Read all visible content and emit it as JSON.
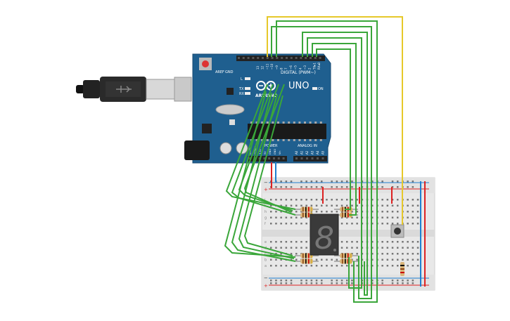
{
  "arduino": {
    "logo": "ARDUINO",
    "model": "UNO",
    "digital_label": "DIGITAL (PWM~)",
    "analog_label": "ANALOG IN",
    "power_label": "POWER",
    "on_label": "ON",
    "aref": "AREF",
    "gnd": "GND",
    "tx": "TX",
    "rx": "RX",
    "l": "L",
    "digital_pins": [
      "13",
      "12",
      "~11",
      "~10",
      "~9",
      "8",
      "7",
      "~6",
      "~5",
      "4",
      "~3",
      "2",
      "TX▸1",
      "RX◂0"
    ],
    "power_pins": [
      "IOREF",
      "RESET",
      "3.3V",
      "5V",
      "GND",
      "GND",
      "Vin"
    ],
    "analog_pins": [
      "A0",
      "A1",
      "A2",
      "A3",
      "A4",
      "A5"
    ]
  },
  "breadboard": {
    "rail_plus": "+",
    "rail_minus": "−",
    "row_letters_top": [
      "j",
      "i",
      "h",
      "g",
      "f"
    ],
    "row_letters_bottom": [
      "e",
      "d",
      "c",
      "b",
      "a"
    ]
  },
  "display": {
    "digit": "8"
  },
  "colors": {
    "board": "#1f5f8f",
    "wire_green": "#3aa63a",
    "wire_yellow": "#e6c82a",
    "wire_red": "#d22",
    "wire_blue": "#1e7fd0",
    "breadboard": "#e8e8e8"
  }
}
